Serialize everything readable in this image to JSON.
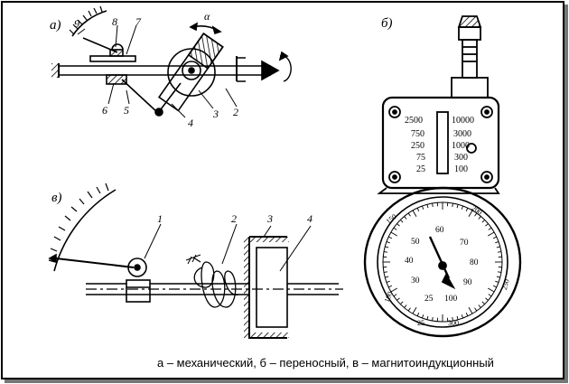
{
  "caption": "а – механический, б – переносный, в – магнитоиндукционный",
  "panel_a": {
    "label": "а)",
    "parts": [
      "9",
      "8",
      "7",
      "6",
      "5",
      "4",
      "3",
      "2"
    ],
    "angle_label": "α"
  },
  "panel_b": {
    "label": "б)",
    "window_scale_left": [
      "2500",
      "750",
      "250",
      "75",
      "25"
    ],
    "window_scale_right": [
      "10000",
      "3000",
      "1000",
      "300",
      "100"
    ],
    "dial_inner": [
      "50",
      "60",
      "70",
      "80",
      "90",
      "100",
      "25",
      "30",
      "40"
    ],
    "dial_outer": [
      "150",
      "200",
      "250",
      "300",
      "25",
      "100"
    ]
  },
  "panel_c": {
    "label": "в)",
    "parts": [
      "1",
      "2",
      "3",
      "4"
    ]
  }
}
